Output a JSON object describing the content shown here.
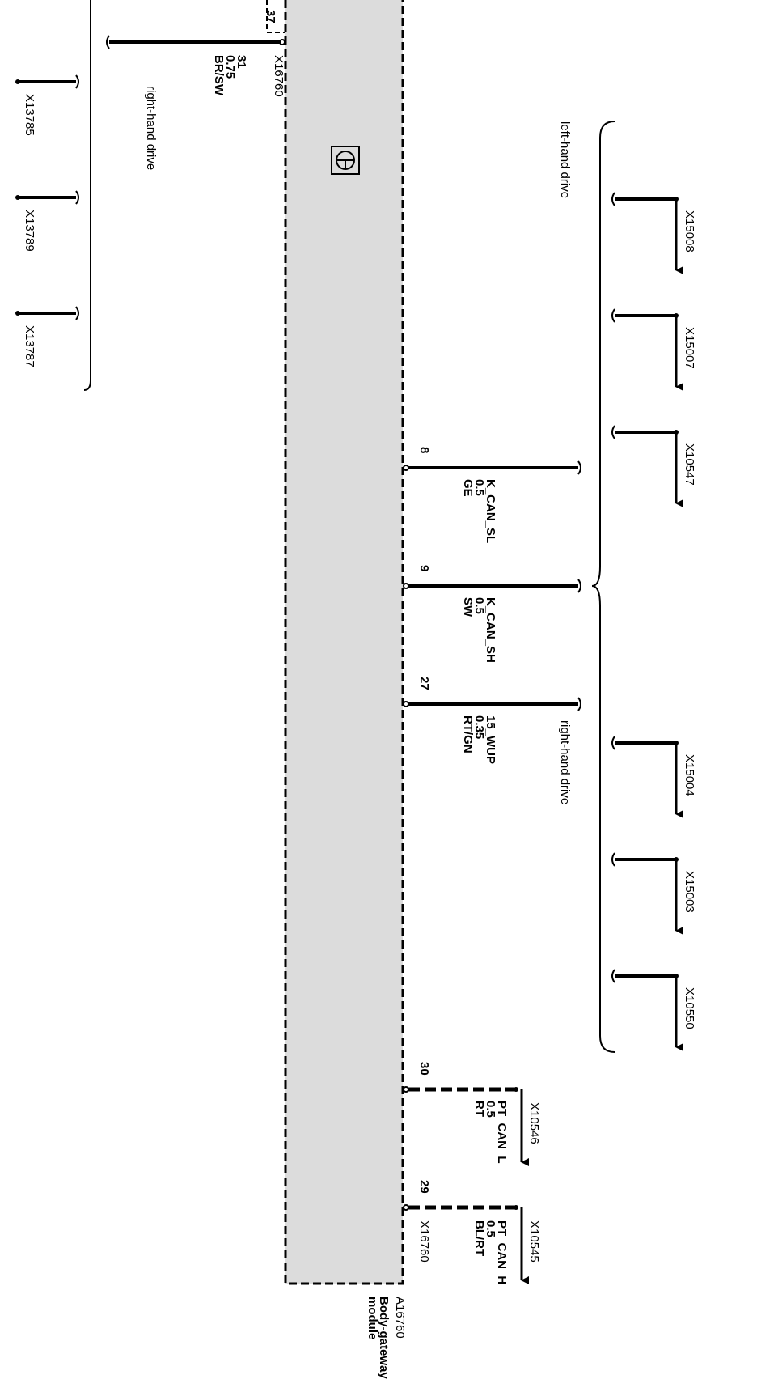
{
  "module": {
    "id": "A16760",
    "name_line1": "Body-gateway",
    "name_line2": "module",
    "connector": "X16760",
    "symbol": "gateway-module-icon"
  },
  "left_group": {
    "pin": "37",
    "wire": {
      "signal": "31",
      "size": "0.75",
      "color": "BR/SW"
    },
    "group_label": "right-hand drive",
    "grounds": [
      "X13785",
      "X13789",
      "X13787"
    ]
  },
  "lhd_group": {
    "label": "left-hand drive",
    "connectors": [
      "X15008",
      "X15007",
      "X10547"
    ]
  },
  "rhd_group": {
    "label": "right-hand drive",
    "connectors": [
      "X15004",
      "X15003",
      "X10550"
    ]
  },
  "can_wires": [
    {
      "pin": "8",
      "signal": "K_CAN_SL",
      "size": "0.5",
      "color": "GE"
    },
    {
      "pin": "9",
      "signal": "K_CAN_SH",
      "size": "0.5",
      "color": "SW"
    },
    {
      "pin": "27",
      "signal": "15_WUP",
      "size": "0.35",
      "color": "RT/GN"
    }
  ],
  "pt_can_wires": [
    {
      "pin": "30",
      "signal": "PT_CAN_L",
      "size": "0.5",
      "color": "RT",
      "connector": "X10546"
    },
    {
      "pin": "29",
      "signal": "PT_CAN_H",
      "size": "0.5",
      "color": "BL/RT",
      "connector": "X10545"
    }
  ],
  "pt_pin_connector": "X16760"
}
